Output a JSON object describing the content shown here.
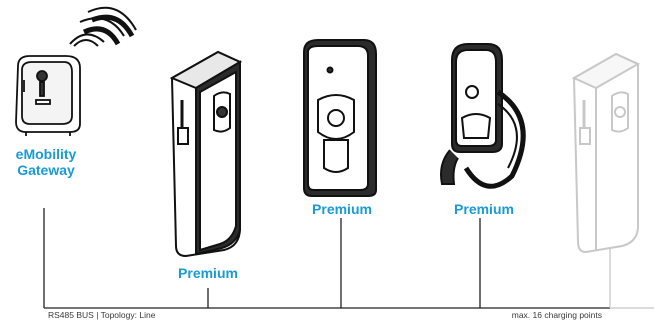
{
  "gateway": {
    "label_line1": "eMobility",
    "label_line2": "Gateway"
  },
  "stations": [
    {
      "label": "Premium"
    },
    {
      "label": "Premium"
    },
    {
      "label": "Premium"
    }
  ],
  "bus": {
    "left_caption": "RS485 BUS | Topology: Line",
    "right_caption": "max. 16 charging points"
  },
  "colors": {
    "accent": "#1a9ad6",
    "line": "#222222",
    "faded": "#c8c8c8"
  },
  "icons": [
    "wifi-icon",
    "gateway-device-icon",
    "charging-pillar-icon",
    "wallbox-icon",
    "wallbox-with-cable-icon"
  ]
}
